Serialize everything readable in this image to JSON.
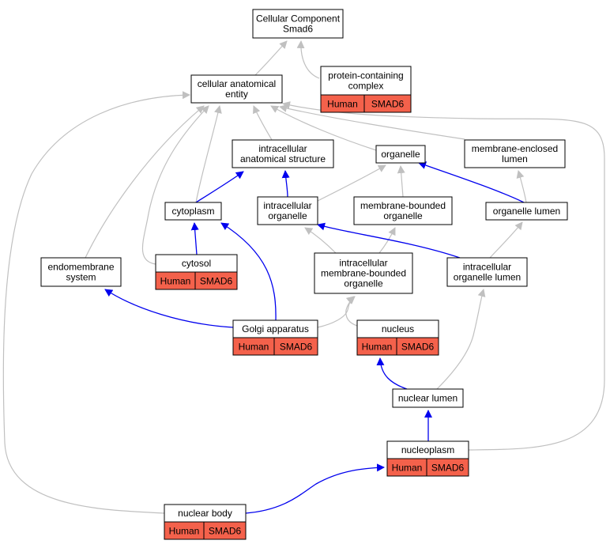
{
  "colors": {
    "is_a_edge": "#c0c0c0",
    "part_of_edge": "#0000ee",
    "annotation_fill": "#f4614b",
    "node_fill": "#ffffff",
    "node_stroke": "#000000"
  },
  "nodes": [
    {
      "id": "root",
      "lines": [
        "Cellular Component",
        "Smad6"
      ]
    },
    {
      "id": "cae",
      "lines": [
        "cellular anatomical",
        "entity"
      ]
    },
    {
      "id": "pcc",
      "lines": [
        "protein-containing",
        "complex"
      ],
      "annotation": [
        "Human",
        "SMAD6"
      ]
    },
    {
      "id": "ias",
      "lines": [
        "intracellular",
        "anatomical structure"
      ]
    },
    {
      "id": "org",
      "lines": [
        "organelle"
      ]
    },
    {
      "id": "mel",
      "lines": [
        "membrane-enclosed",
        "lumen"
      ]
    },
    {
      "id": "cyt",
      "lines": [
        "cytoplasm"
      ]
    },
    {
      "id": "io",
      "lines": [
        "intracellular",
        "organelle"
      ]
    },
    {
      "id": "mbo",
      "lines": [
        "membrane-bounded",
        "organelle"
      ]
    },
    {
      "id": "ol",
      "lines": [
        "organelle lumen"
      ]
    },
    {
      "id": "endo",
      "lines": [
        "endomembrane",
        "system"
      ]
    },
    {
      "id": "cytosol",
      "lines": [
        "cytosol"
      ],
      "annotation": [
        "Human",
        "SMAD6"
      ]
    },
    {
      "id": "imbo",
      "lines": [
        "intracellular",
        "membrane-bounded",
        "organelle"
      ]
    },
    {
      "id": "iol",
      "lines": [
        "intracellular",
        "organelle lumen"
      ]
    },
    {
      "id": "golgi",
      "lines": [
        "Golgi apparatus"
      ],
      "annotation": [
        "Human",
        "SMAD6"
      ]
    },
    {
      "id": "nucleus",
      "lines": [
        "nucleus"
      ],
      "annotation": [
        "Human",
        "SMAD6"
      ]
    },
    {
      "id": "nl",
      "lines": [
        "nuclear lumen"
      ]
    },
    {
      "id": "np",
      "lines": [
        "nucleoplasm"
      ],
      "annotation": [
        "Human",
        "SMAD6"
      ]
    },
    {
      "id": "nb",
      "lines": [
        "nuclear body"
      ],
      "annotation": [
        "Human",
        "SMAD6"
      ]
    }
  ],
  "edges": [
    {
      "from": "cae",
      "to": "root",
      "type": "is_a"
    },
    {
      "from": "pcc",
      "to": "root",
      "type": "is_a"
    },
    {
      "from": "ias",
      "to": "cae",
      "type": "is_a"
    },
    {
      "from": "org",
      "to": "cae",
      "type": "is_a"
    },
    {
      "from": "mel",
      "to": "cae",
      "type": "is_a"
    },
    {
      "from": "cyt",
      "to": "cae",
      "type": "is_a"
    },
    {
      "from": "cytosol",
      "to": "cae",
      "type": "is_a"
    },
    {
      "from": "endo",
      "to": "cae",
      "type": "is_a"
    },
    {
      "from": "nb",
      "to": "cae",
      "type": "is_a"
    },
    {
      "from": "np",
      "to": "cae",
      "type": "is_a"
    },
    {
      "from": "cyt",
      "to": "ias",
      "type": "part_of"
    },
    {
      "from": "io",
      "to": "ias",
      "type": "part_of"
    },
    {
      "from": "io",
      "to": "org",
      "type": "is_a"
    },
    {
      "from": "mbo",
      "to": "org",
      "type": "is_a"
    },
    {
      "from": "ol",
      "to": "org",
      "type": "part_of"
    },
    {
      "from": "ol",
      "to": "mel",
      "type": "is_a"
    },
    {
      "from": "cytosol",
      "to": "cyt",
      "type": "part_of"
    },
    {
      "from": "golgi",
      "to": "cyt",
      "type": "part_of"
    },
    {
      "from": "imbo",
      "to": "io",
      "type": "is_a"
    },
    {
      "from": "imbo",
      "to": "mbo",
      "type": "is_a"
    },
    {
      "from": "iol",
      "to": "io",
      "type": "part_of"
    },
    {
      "from": "iol",
      "to": "ol",
      "type": "is_a"
    },
    {
      "from": "golgi",
      "to": "endo",
      "type": "part_of"
    },
    {
      "from": "golgi",
      "to": "imbo",
      "type": "is_a"
    },
    {
      "from": "nucleus",
      "to": "imbo",
      "type": "is_a"
    },
    {
      "from": "nl",
      "to": "nucleus",
      "type": "part_of"
    },
    {
      "from": "nl",
      "to": "iol",
      "type": "is_a"
    },
    {
      "from": "np",
      "to": "nl",
      "type": "part_of"
    },
    {
      "from": "nb",
      "to": "np",
      "type": "part_of"
    }
  ]
}
